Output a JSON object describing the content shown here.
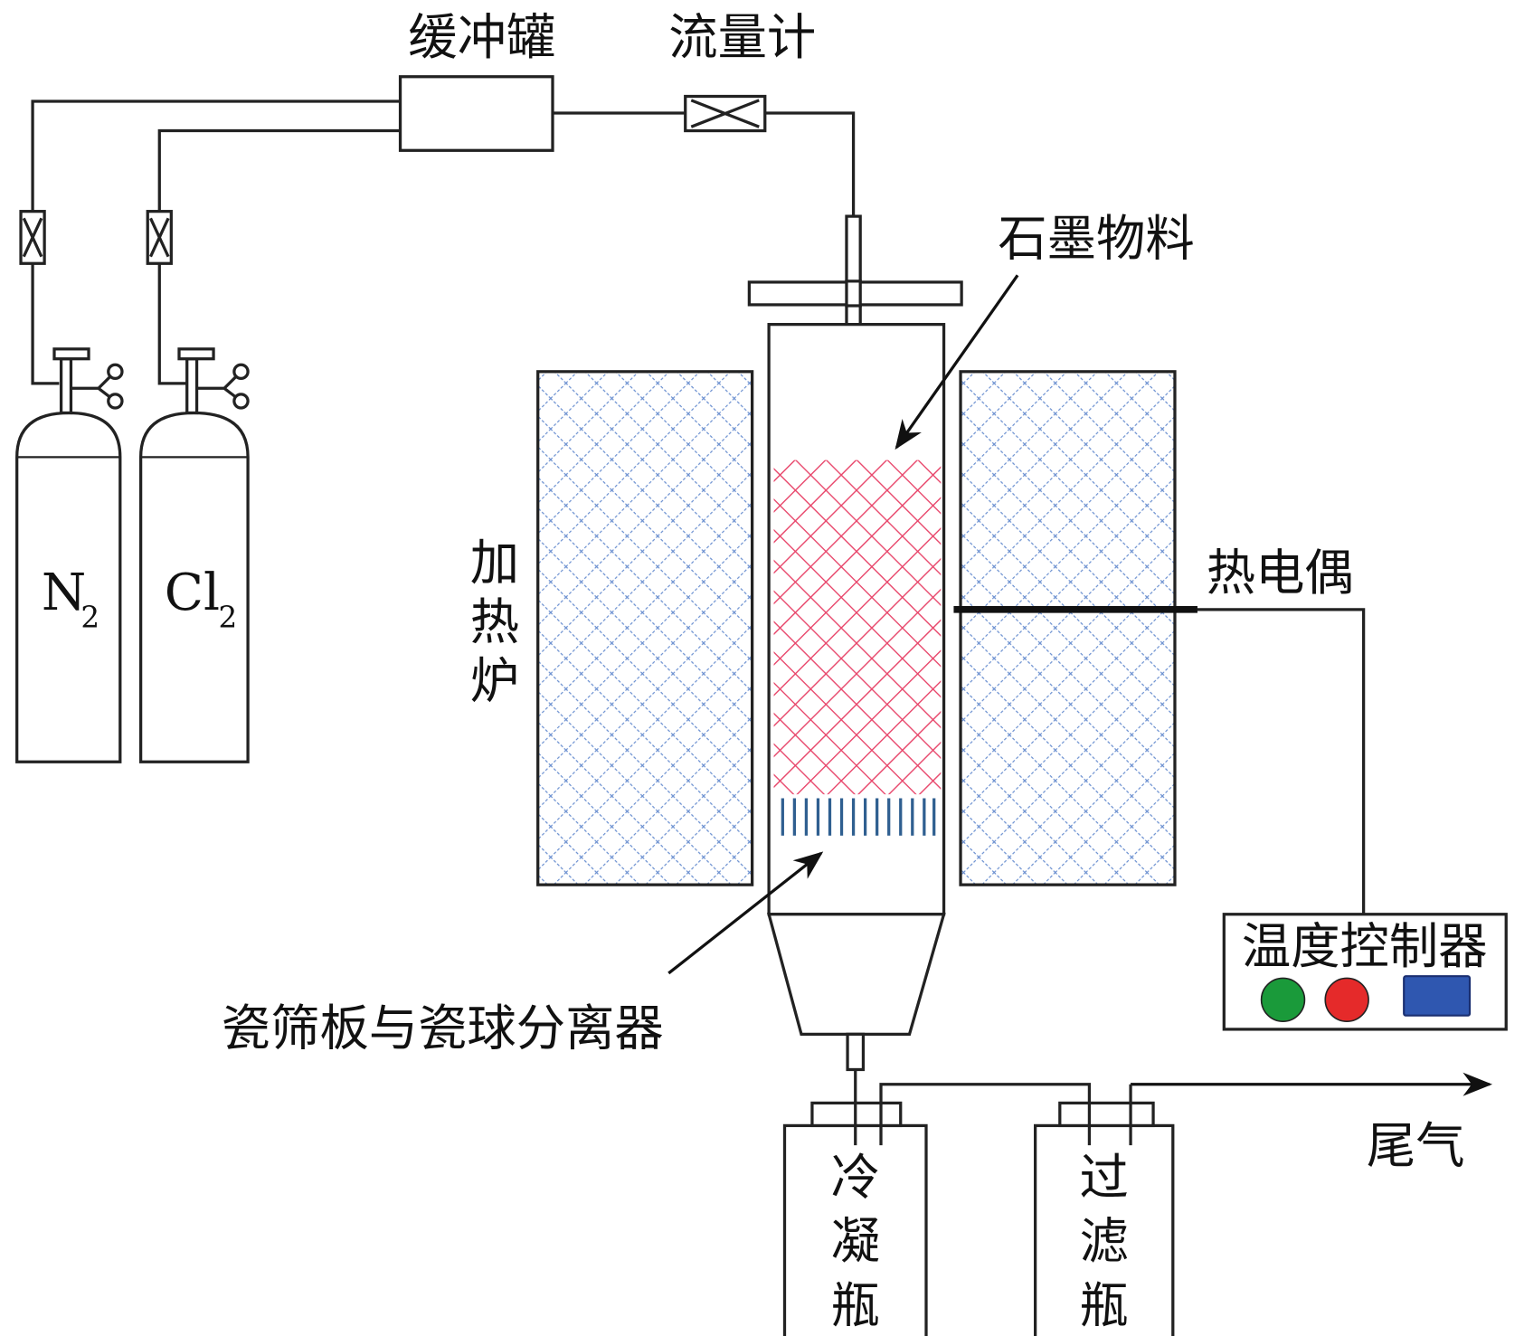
{
  "labels": {
    "buffer_tank": "缓冲罐",
    "flowmeter": "流量计",
    "graphite_material": "石墨物料",
    "heating_furnace": [
      "加",
      "热",
      "炉"
    ],
    "thermocouple": "热电偶",
    "separator": "瓷筛板与瓷球分离器",
    "temperature_controller": "温度控制器",
    "tail_gas": "尾气",
    "condensing_bottle": [
      "冷",
      "凝",
      "瓶"
    ],
    "filter_bottle": [
      "过",
      "滤",
      "瓶"
    ],
    "n2_cylinder": {
      "main": "N",
      "sub": "2"
    },
    "cl2_cylinder": {
      "main": "Cl",
      "sub": "2"
    }
  },
  "colors": {
    "furnace_hatch": "#6a8fd0",
    "graphite_hatch": "#e8456a",
    "controller_green": "#1a9a3a",
    "controller_red": "#e52a2a",
    "controller_blue": "#2f57b0"
  }
}
